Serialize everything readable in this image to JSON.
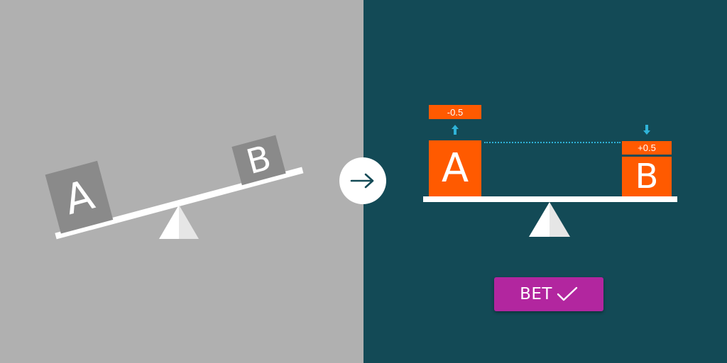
{
  "left_panel": {
    "box_a_label": "A",
    "box_b_label": "B",
    "background": "#b0b0b0",
    "box_color": "#8a8a8a"
  },
  "transition": {
    "icon": "arrow-right-icon"
  },
  "right_panel": {
    "background": "#134a56",
    "box_a_label": "A",
    "box_b_label": "B",
    "box_color": "#ff5a00",
    "tag_a": "-0.5",
    "tag_b": "+0.5",
    "hint_a_icon": "arrow-up-icon",
    "hint_b_icon": "arrow-down-icon",
    "hint_color": "#2fb3d8"
  },
  "bet_button": {
    "label": "BET",
    "icon": "checkmark-icon",
    "color": "#b2269f"
  }
}
